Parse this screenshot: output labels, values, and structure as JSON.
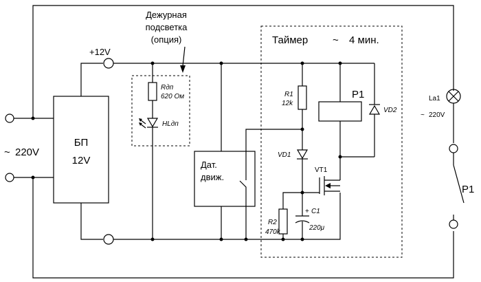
{
  "supply": {
    "block_name": "БП",
    "block_voltage": "12V",
    "plus_label": "+12V",
    "mains_label": "220V",
    "tilde": "~"
  },
  "standby_light": {
    "title_line1": "Дежурная",
    "title_line2": "подсветка",
    "title_line3": "(опция)",
    "resistor_name": "Rдп",
    "resistor_value": "620 Ом",
    "led_name": "HLдп"
  },
  "sensor": {
    "line1": "Дат.",
    "line2": "движ."
  },
  "timer": {
    "title": "Таймер",
    "tilde": "~",
    "duration": "4 мин.",
    "r1_name": "R1",
    "r1_value": "12k",
    "vd1_name": "VD1",
    "relay_name": "P1",
    "vd2_name": "VD2",
    "vt1_name": "VT1",
    "r2_name": "R2",
    "r2_value": "470k",
    "c1_polarity": "+",
    "c1_name": "C1",
    "c1_value": "220μ"
  },
  "load": {
    "lamp_name": "La1",
    "lamp_tilde": "~",
    "lamp_voltage": "220V",
    "switch_name": "P1"
  }
}
